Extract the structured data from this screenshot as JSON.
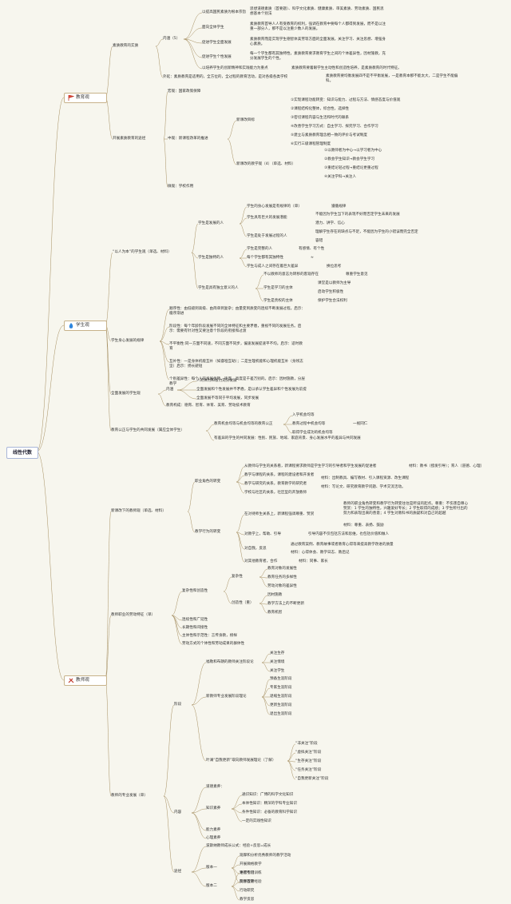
{
  "root": "线性代数",
  "branches": [
    {
      "label": "教育观",
      "icon": "flag-icon"
    },
    {
      "label": "学生观",
      "icon": "flame-icon"
    },
    {
      "label": "教师观",
      "icon": "tools-icon"
    }
  ],
  "edu": {
    "a": "素质教育的实质",
    "inner": "内涵（5）",
    "b1": "以提高国民素质为根本宗旨",
    "b1d": "思想道德素质（首要题）、科学文化素质、健康素质、审美素质、劳动素质、国民思想基本个别法",
    "b2": "面向全体学生",
    "b2d": "素质教育首导人人有受教育的权利，强调在教育中要每个人都得到发展，而不是以注重一部分人，那不是以注重少数人的发展。",
    "b3": "促进学生全面发展",
    "b3d": "素质教育而是实现学生德智体美劳等方面的全面发展。关注学习、关注思想、增强身心素质。",
    "b4": "促进学生个性发展",
    "b4d": "每一个学生都有其独特性，素质教育要求教育学生之间的个体差异性，因材施教，充分发展学生的个性。",
    "b5": "以培养学生的创新精神和实践能力为重点",
    "b5d": "素质教育要着眼学生主动性和创造性培养，是素质教育的时代特征。",
    "ext": "外延：素质教育是适用的，全方位的，全过程的教育活动，是对各级各类学校",
    "extd": "素质教育要均衡发展四不是不平衡发展，一是教育本那不能太大，二是学生不能偏科。",
    "c": "开展素质教育的途径",
    "c1": "宏观：国家政策保障",
    "c2": "中观：新课程改革的推进",
    "c3": "微观：学校作用",
    "goal": "新课改目标",
    "goals": [
      "①实现课程功能转变：知识与能力、过程与方法、情感态度与价值观",
      "②课程结构化整体，综合性，选择性",
      "③密切课程内容与生活和时代的联系",
      "④改善学生学习方式：自主学习、探究学习、合作学习",
      "⑤建立与素质教育理念相一致的评价与考试制度",
      "⑥实行三级课程管理制度"
    ],
    "view": "新课改的教学观（4）（单选、材料）",
    "views": [
      "①以教师者为中心→以学习者为中心",
      "②教会学生知识→教会学生学习",
      "③重结论轻过程→重结论更重过程",
      "④关注学科→关注人"
    ]
  },
  "stu": {
    "a": "“以人为本”的学生观（单选、材料）",
    "p1": "学生是发展的人",
    "p1a": "学生的身心发展是有规律的（单）",
    "p1aa": "遵循规律",
    "p1b": "学生具有巨大的发展潜能",
    "p1bb": "不能因为学生当下的表现不好而否定学生未来的发展",
    "p1bc": "潜力、讲学、信心",
    "p1c": "学生是处于发展过程的人",
    "p1cc": "理解学生存在的缺点与不足，不能因为学生的小错误而完全否定",
    "p1cd": "容错",
    "p2": "学生是独特的人",
    "p2a": "学生是完整的人",
    "p2aa": "有感情、有个性",
    "p2b": "每个学生都有其独特性",
    "p2bb": "≈",
    "p2c": "学生与成人之间存在着巨大差异",
    "p2cc": "换位思考",
    "p3": "学生是具有独立意义的人",
    "p3a": "不以教师的意志为转移的客观存在",
    "p3aa": "尊重学生意见",
    "p3b": "学生是学习的主体",
    "p3bb": "课堂是以教师为主导",
    "p3bc": "启动学生积极性",
    "p3c": "学生是责权的主体",
    "p3cc": "保护学生合法权利",
    "b": "学生身心发展的规律",
    "bl": [
      "顺序性：由低级到高级、由简单到复杂；由量变到质变的连续不断发展过程。启示：循序渐进",
      "阶段性：每个年龄阶段发展不同的全体特征和主要矛盾，重视不同的发展任务。启示：需要有针对性又要注意个阶段的衔接和过渡",
      "不平衡性:同一方面不同速，不同方面不同步，偏速发展提速平不均。启示：适时教育",
      "互补性：一是身体机能互补（如聋哑互助）；二是生理机能和心理机能互补（身残志坚）启示：扬长避短",
      "个别差异性：每个人的发展优势、速度、高度是千差万别的。启示：因材施教，分层教学"
    ],
    "c": "全面发展的学生观",
    "ci": "内涵",
    "cl": [
      "人的体力和智力充分发展",
      "全面发展和个性发展并不矛盾，是以承认学生差异和个性发展为前提",
      "全面发展不等同于平均发展，同步发展"
    ],
    "ce": "教育构成：德育、智育、体育、美育、劳动技术教育",
    "d": "教育公正与学生的共同发展（属应全体学生）",
    "d1": "教育机会均等与机会均等的教育公正",
    "d1l": [
      "入学机会均等",
      "教育过程中机会均等",
      "取得学业成功的机会均等"
    ],
    "d1x": "一视同仁",
    "d2": "有差异的学生的共同发展：性别、民族、地域、家庭背景、身心发展水平的差异与共同发展"
  },
  "tea": {
    "a": "新课改下的教师观（单选、材料）",
    "a1": "职业角色的转变",
    "a1l": [
      "从教师与学生的关系看，新课程要求教师是学生学习的引导者和学生发展的促进者",
      "教学与课程的关系，课程的建设者和开发者",
      "教学与研究的关系，教育教学的研究者",
      "学校与社区的关系，社区型的开放教师"
    ],
    "a1x": "材料：教书（授发引导）；育人（道德、心理）",
    "a1y": "材料：出制教具、编写教材、引入课程资源、改生课程",
    "a1z": "材料：写论文、研究教育教学问题、学术交流活动。",
    "a2": "教学行为的转变",
    "a2a": "在对待师生关系上，新课程强调尊重、赞赏",
    "a2ad": "教师的职业角色转变和教学行为转变往往是所设的起点。尊重：不伤害自尊心 赞赏：1 学生的独特性，兴趣爱好专长；2 学生取得的成绩；3 学生所付出的努力和表现出来的善意；4 学生对教科书的质疑和对自己的超越",
    "a2ae": "材料：尊重、表扬、鼓励",
    "a2b": "对教学上，帮助、引导",
    "a2bb": "引导内容不仅包括方法和思维，也包括价值和做人",
    "a2c": "对自我，反思",
    "a2cc": "通过教育案例、教育故事或者教育心得等来提高教学改进的质量",
    "a2cd": "材料：心得体会、教学日志、教后记",
    "a2d": "对其他教育者，合作",
    "a2dd": "材料：同事、家长",
    "b": "教师职业的劳动特征（单）",
    "b1": "复杂性和创造性",
    "b1a": "复杂性",
    "b1al": [
      "教育对象的发展性",
      "教育任务的多样性",
      "劳动对象的差异性"
    ],
    "b1b": "创造性（重）",
    "b1bl": [
      "因材施教",
      "教学方法上的不断更新",
      "教育机智"
    ],
    "b2": [
      "连续性和广延性",
      "长期性和间接性",
      "主体性和示范性：言传身教，榜样",
      "劳动方式的个体性和劳动成果的群体性"
    ],
    "c": "教师的专业发展（单）",
    "c1": "阶段",
    "c1a": "福勒和布朗的教师关注阶段论",
    "c1al": [
      "关注生存",
      "关注情境",
      "关注学生"
    ],
    "c1b": "新教师专业发展阶段理论",
    "c1bl": [
      "预备生涯阶段",
      "专家生涯阶段",
      "退缩生涯阶段",
      "更新生涯阶段",
      "退出生涯阶段"
    ],
    "c1c": "叶澜“自我更新”取向教师发展理论（了解）",
    "c1cl": [
      "“非关注”阶段",
      "“虚拟关注”阶段",
      "“生存关注”阶段",
      "“任务关注”阶段",
      "“自我更新关注”阶段"
    ],
    "c2": "内容",
    "c2a": "道德素养：",
    "c2b": "知识素养",
    "c2bl": [
      "通识知识：广博的科学文化知识",
      "本体性知识：精深的学科专业知识",
      "条件性知识：必备的教育科学知识",
      "一定的实践性知识"
    ],
    "c2c": "能力素养",
    "c2d": "心理素养",
    "c3": "途径",
    "c3a": "波斯纳教师成长公式：经验+反思=成长",
    "c3b": "版本一",
    "c3bl": [
      "观摩和分析优秀教师的教学活动",
      "开展微格教学",
      "进行专门训练",
      "反思教学经验"
    ],
    "c3c": "版本二",
    "c3cl": [
      "专家引领",
      "同伴互助",
      "行动研究",
      "教学反思"
    ]
  },
  "colors": {
    "line": "#a58e60",
    "root_border": "#a9b6d8",
    "bg": "#f7f6ee"
  }
}
